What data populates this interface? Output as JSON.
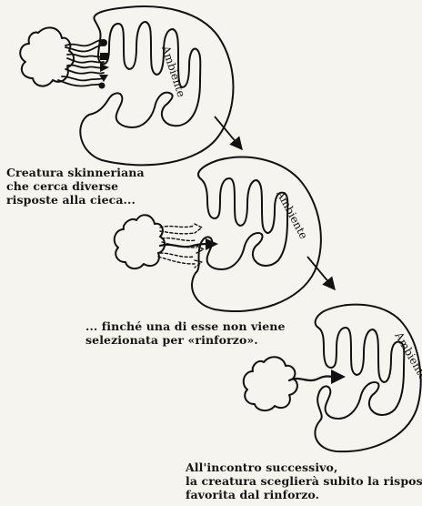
{
  "environment_label": "Ambiente",
  "captions": {
    "stage1": [
      "Creatura skinneriana",
      "che cerca diverse",
      "risposte alla cieca..."
    ],
    "stage2": [
      "... finché una di esse non viene",
      "selezionata per «rinforzo»."
    ],
    "stage3": [
      "All'incontro successivo,",
      "la creatura sceglierà subito la risposta",
      "favorita dal rinforzo."
    ]
  },
  "ink_color": "#111111",
  "paper_color": "#f6f4ef"
}
